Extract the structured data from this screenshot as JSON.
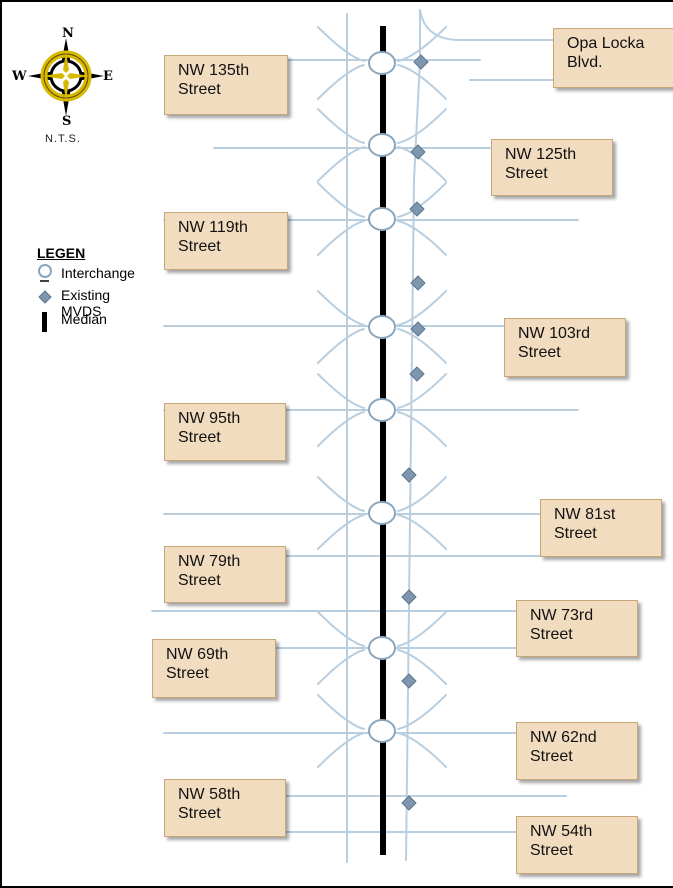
{
  "scale_note": "N.T.S.",
  "compass": {
    "n": "N",
    "s": "S",
    "e": "E",
    "w": "W",
    "icon": "compass-rose-icon"
  },
  "legend": {
    "title": "LEGEN",
    "items": [
      {
        "label": "Interchange",
        "icon": "interchange-circle-icon"
      },
      {
        "label": "Existing MVDS",
        "icon": "mvds-diamond-icon"
      },
      {
        "label": "Median",
        "icon": "median-bar-icon"
      }
    ]
  },
  "streets": [
    {
      "id": "opa-locka",
      "line1": "Opa Locka",
      "line2": "Blvd."
    },
    {
      "id": "nw135",
      "line1": "NW 135th",
      "line2": "Street"
    },
    {
      "id": "nw125",
      "line1": "NW 125th",
      "line2": "Street"
    },
    {
      "id": "nw119",
      "line1": "NW 119th",
      "line2": "Street"
    },
    {
      "id": "nw103",
      "line1": "NW 103rd",
      "line2": "Street"
    },
    {
      "id": "nw95",
      "line1": "NW 95th",
      "line2": "Street"
    },
    {
      "id": "nw81",
      "line1": "NW 81st",
      "line2": "Street"
    },
    {
      "id": "nw79",
      "line1": "NW 79th",
      "line2": "Street"
    },
    {
      "id": "nw73",
      "line1": "NW 73rd",
      "line2": "Street"
    },
    {
      "id": "nw69",
      "line1": "NW 69th",
      "line2": "Street"
    },
    {
      "id": "nw62",
      "line1": "NW 62nd",
      "line2": "Street"
    },
    {
      "id": "nw58",
      "line1": "NW 58th",
      "line2": "Street"
    },
    {
      "id": "nw54",
      "line1": "NW 54th",
      "line2": "Street"
    }
  ],
  "colors": {
    "road": "#b9cfe0",
    "median": "#000000",
    "interchange_fill": "#ffffff",
    "interchange_stroke": "#8aa6bd",
    "mvds": "#7f97ae",
    "label_fill": "#f2dcc0",
    "compass_ring": "#d9b800"
  }
}
